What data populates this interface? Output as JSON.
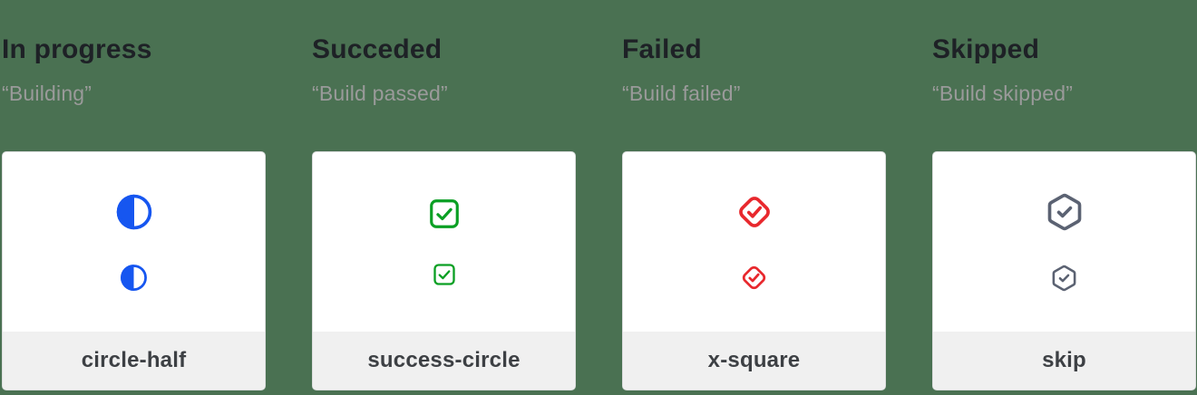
{
  "colors": {
    "background": "#4a7152",
    "card_border": "#dbdcdd",
    "footer_bg": "#f0f0f0",
    "title_text": "#1e2126",
    "subtitle_text": "#9a9a9a",
    "label_text": "#3d4044",
    "in_progress_blue": "#1656f0",
    "succeeded_green": "#0a9f23",
    "failed_red": "#e8282d",
    "skipped_slate": "#5b6272"
  },
  "columns": [
    {
      "title": "In progress",
      "subtitle": "“Building”",
      "label": "circle-half",
      "icon": "circle-half-icon",
      "color": "#1656f0"
    },
    {
      "title": "Succeded",
      "subtitle": "“Build passed”",
      "label": "success-circle",
      "icon": "check-square-icon",
      "color": "#0a9f23"
    },
    {
      "title": "Failed",
      "subtitle": "“Build failed”",
      "label": "x-square",
      "icon": "x-square-icon",
      "color": "#e8282d"
    },
    {
      "title": "Skipped",
      "subtitle": "“Build skipped”",
      "label": "skip",
      "icon": "skip-icon",
      "color": "#5b6272"
    }
  ]
}
